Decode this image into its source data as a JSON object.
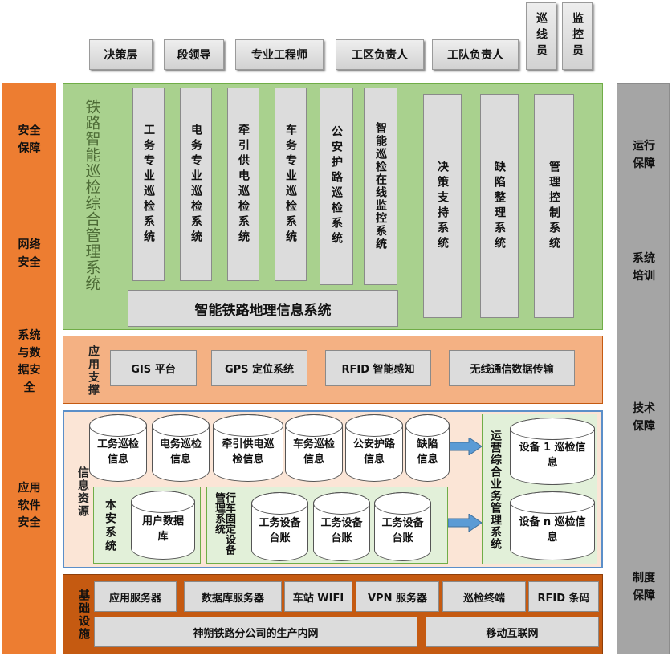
{
  "roles": [
    "决策层",
    "段领导",
    "专业工程师",
    "工区负责人",
    "工队负责人",
    "巡线员",
    "监控员"
  ],
  "left_column": [
    "安全保障",
    "网络安全",
    "系统与数据安全",
    "应用软件安全"
  ],
  "right_column": [
    "运行保障",
    "系统培训",
    "技术保障",
    "制度保障"
  ],
  "system_title": "铁路智能巡检综合管理系统",
  "subsystems": [
    "工务专业巡检系统",
    "电务专业巡检系统",
    "牵引供电巡检系统",
    "车务专业巡检系统",
    "公安护路巡检系统",
    "智能巡检在线监控系统"
  ],
  "decision_boxes": [
    "决策支持系统",
    "缺陷整理系统",
    "管理控制系统"
  ],
  "gis_bar": "智能铁路地理信息系统",
  "app_support": {
    "label": "应用支撑",
    "items": [
      "GIS 平台",
      "GPS 定位系统",
      "RFID 智能感知",
      "无线通信数据传输"
    ]
  },
  "info_resources": {
    "label": "信息资源",
    "top_cylinders": [
      "工务巡检信息",
      "电务巡检信息",
      "牵引供电巡检信息",
      "车务巡检信息",
      "公安护路信息",
      "缺陷信息"
    ],
    "local_label": "本安系统",
    "local_cylinder": "用户数据库",
    "fixed_label": "行车固定设备管理系统",
    "fixed_cylinders": [
      "工务设备台账",
      "工务设备台账",
      "工务设备台账"
    ],
    "ops_label": "运营综合业务管理系统",
    "ops_cylinders": [
      "设备 1 巡检信息",
      "设备 n 巡检信息"
    ]
  },
  "infrastructure": {
    "label": "基础设施",
    "servers": [
      "应用服务器",
      "数据库服务器",
      "车站 WIFI",
      "VPN 服务器",
      "巡检终端",
      "RFID 条码"
    ],
    "networks": [
      "神朔铁路分公司的生产内网",
      "移动互联网"
    ]
  },
  "colors": {
    "orange": "#ed7d31",
    "green_panel": "#a9d18e",
    "peach_panel": "#f4b183",
    "light_peach": "#fbe5d6",
    "light_green": "#e2f0d9",
    "dark_orange": "#c55a11",
    "gray_column": "#a5a5a5",
    "arrow_blue": "#5b9bd5"
  }
}
